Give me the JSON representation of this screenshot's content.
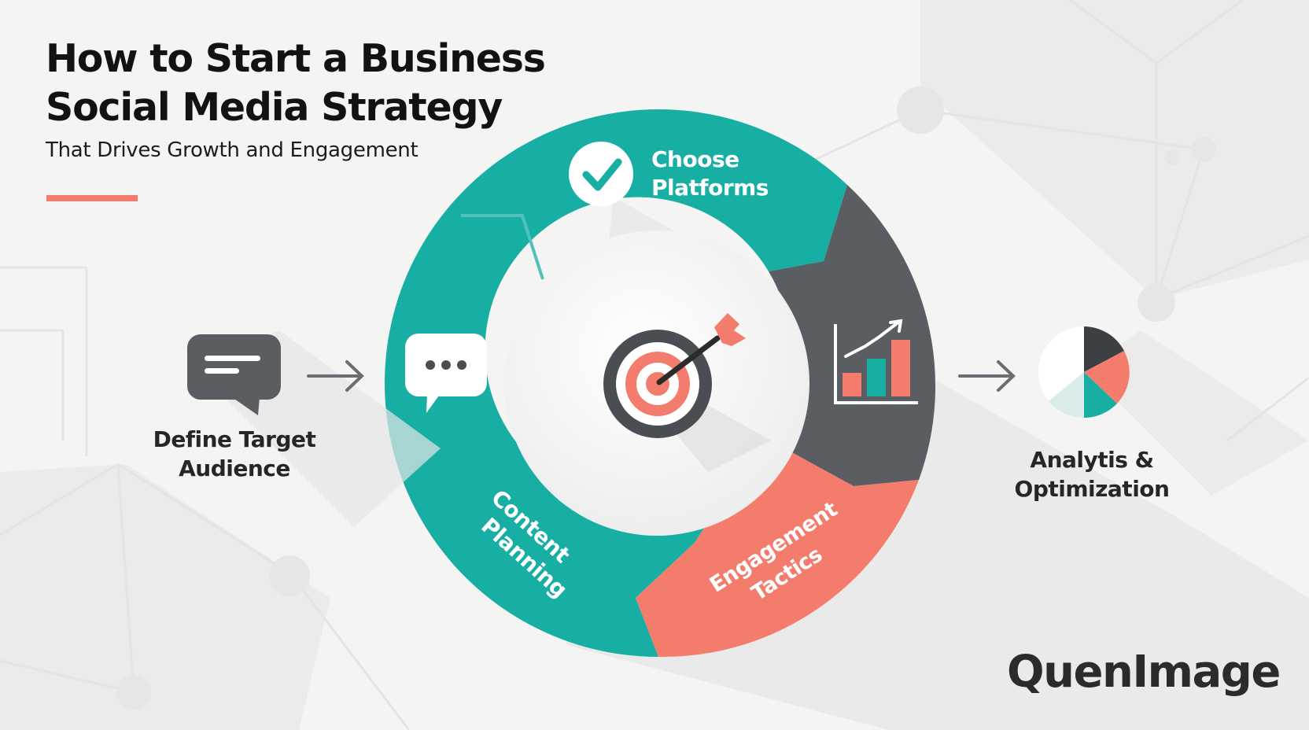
{
  "header": {
    "title": "How to Start a Business\nSocial Media Strategy",
    "subtitle": "That Drives Growth and Engagement"
  },
  "steps": {
    "define_audience": "Define Target\nAudience",
    "choose_platforms_1": "Choose",
    "choose_platforms_2": "Platforms",
    "content_planning_1": "Content",
    "content_planning_2": "Planning",
    "engagement_tactics_1": "Engagement",
    "engagement_tactics_2": "Tactics",
    "analytics": "Analytis &\nOptimization"
  },
  "brand": "QuenImage",
  "colors": {
    "teal": "#17aea4",
    "dark_gray": "#5a5e63",
    "coral": "#f47c6c",
    "title": "#121212",
    "background": "#f4f4f3"
  },
  "icons": [
    "chat-lines-icon",
    "arrow-right-icon",
    "chat-dots-icon",
    "check-circle-icon",
    "target-arrow-icon",
    "bar-chart-icon",
    "pie-chart-icon"
  ]
}
